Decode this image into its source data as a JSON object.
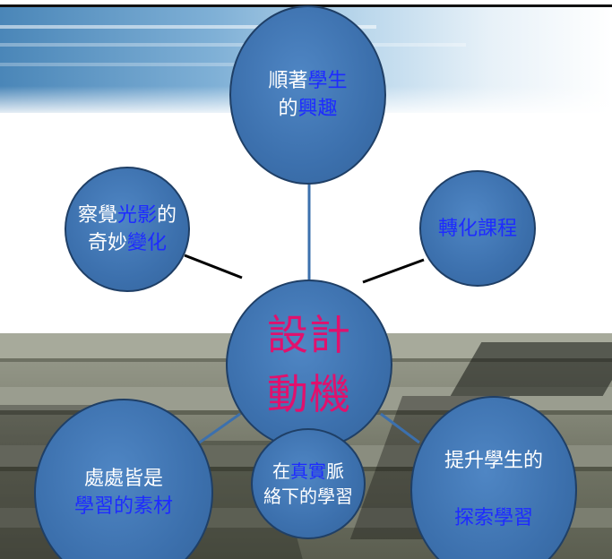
{
  "center": {
    "line1": "設計",
    "line2": "動機"
  },
  "nodes": {
    "top": {
      "line1_a": "順著",
      "line1_b": "學生",
      "line2_a": "的",
      "line2_b": "興趣"
    },
    "upper_left": {
      "line1_a": "察覺",
      "line1_b": "光影",
      "line1_c": "的",
      "line2_a": "奇妙",
      "line2_b": "變化"
    },
    "upper_right": {
      "text": "轉化課程"
    },
    "lower_left": {
      "line1": "處處皆是",
      "line2": "學習的素材"
    },
    "bottom_center": {
      "line1_a": "在",
      "line1_b": "真實",
      "line1_c": "脈",
      "line2": "絡下的學習"
    },
    "lower_right": {
      "line1": "提升學生的",
      "line2": "探索學習"
    }
  },
  "colors": {
    "bubble_fill": "#3c70ad",
    "bubble_border": "#1f3f66",
    "center_text": "#e0116d",
    "highlight_text": "#1e2bff",
    "connector": "#000000"
  }
}
